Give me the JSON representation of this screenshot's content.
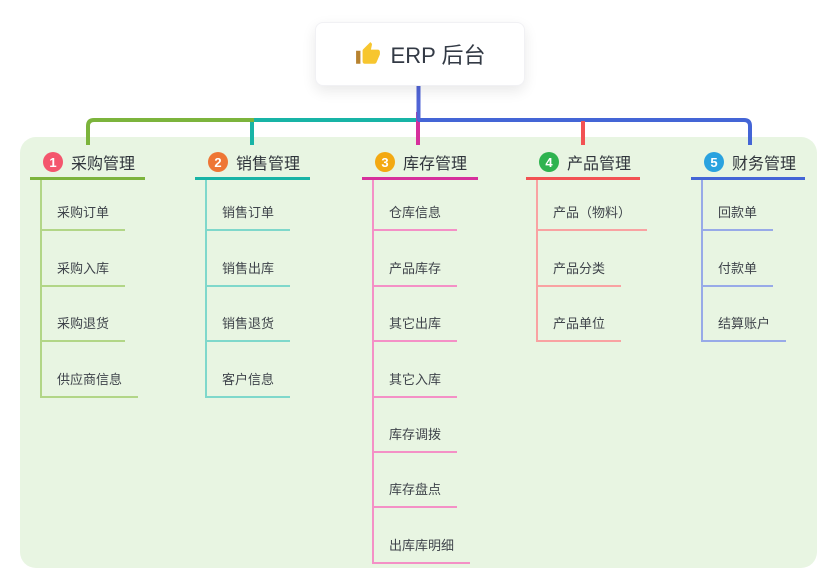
{
  "root": {
    "title": "ERP 后台",
    "icon": "thumbs-up-icon",
    "icon_hand_color": "#f7c62f",
    "icon_cuff_color": "#b7822f",
    "line_color": "#5064d6"
  },
  "canvas": {
    "panel_color": "#e8f5e2",
    "background": "#ffffff"
  },
  "branches": [
    {
      "index": "1",
      "title": "采购管理",
      "badge_color": "#f4566d",
      "line_color": "#7cb43c",
      "child_line_color": "#b2d687",
      "children": [
        "采购订单",
        "采购入库",
        "采购退货",
        "供应商信息"
      ]
    },
    {
      "index": "2",
      "title": "销售管理",
      "badge_color": "#ee7635",
      "line_color": "#18b4a6",
      "child_line_color": "#7fd8cb",
      "children": [
        "销售订单",
        "销售出库",
        "销售退货",
        "客户信息"
      ]
    },
    {
      "index": "3",
      "title": "库存管理",
      "badge_color": "#f3a912",
      "line_color": "#d6309c",
      "child_line_color": "#f490c6",
      "children": [
        "仓库信息",
        "产品库存",
        "其它出库",
        "其它入库",
        "库存调拨",
        "库存盘点",
        "出库库明细"
      ]
    },
    {
      "index": "4",
      "title": "产品管理",
      "badge_color": "#2eb34f",
      "line_color": "#f25253",
      "child_line_color": "#f9a2a2",
      "children": [
        "产品（物料）",
        "产品分类",
        "产品单位"
      ]
    },
    {
      "index": "5",
      "title": "财务管理",
      "badge_color": "#2aa2df",
      "line_color": "#4465d6",
      "child_line_color": "#98aae8",
      "children": [
        "回款单",
        "付款单",
        "结算账户"
      ]
    }
  ]
}
